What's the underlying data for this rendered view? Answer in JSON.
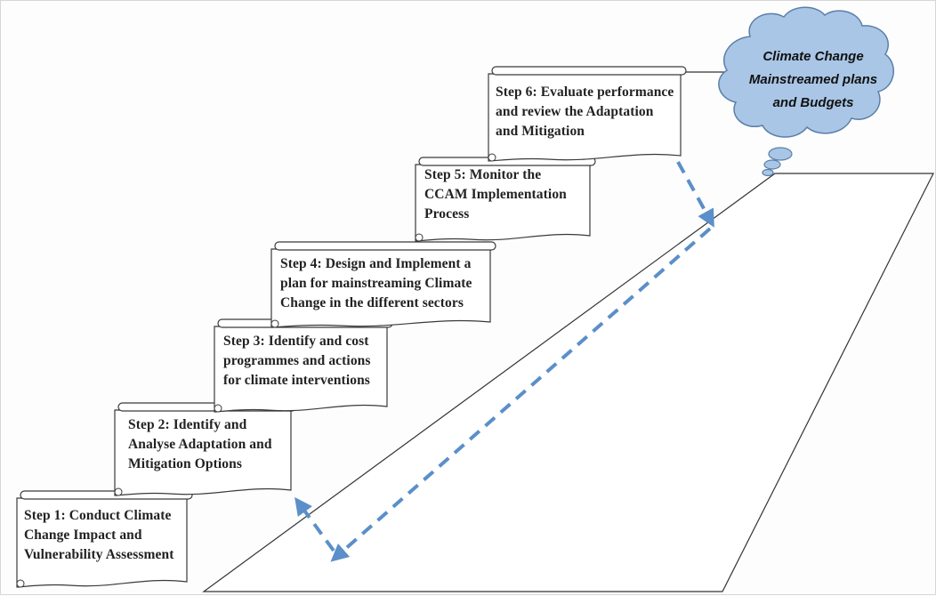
{
  "steps": [
    {
      "id": "step-1",
      "lines": [
        "Step 1: Conduct Climate",
        "Change Impact and",
        "Vulnerability Assessment"
      ]
    },
    {
      "id": "step-2",
      "lines": [
        "Step 2: Identify and",
        "Analyse Adaptation and",
        "Mitigation Options"
      ]
    },
    {
      "id": "step-3",
      "lines": [
        "Step 3: Identify and cost",
        "programmes and actions",
        "for climate interventions"
      ]
    },
    {
      "id": "step-4",
      "lines": [
        "Step 4: Design and Implement a",
        "plan for mainstreaming Climate",
        "Change in the different sectors"
      ]
    },
    {
      "id": "step-5",
      "lines": [
        "Step 5: Monitor the",
        "CCAM Implementation",
        "Process"
      ]
    },
    {
      "id": "step-6",
      "lines": [
        "Step 6: Evaluate performance",
        "and review the Adaptation",
        "and Mitigation"
      ]
    }
  ],
  "goal": {
    "lines": [
      "Climate Change",
      "Mainstreamed plans",
      "and Budgets"
    ]
  },
  "colors": {
    "arrow": "#5b8fc9",
    "cloud_fill": "#a9c6e6",
    "cloud_stroke": "#5b7fa8",
    "scroll_stroke": "#3a3a3a"
  }
}
